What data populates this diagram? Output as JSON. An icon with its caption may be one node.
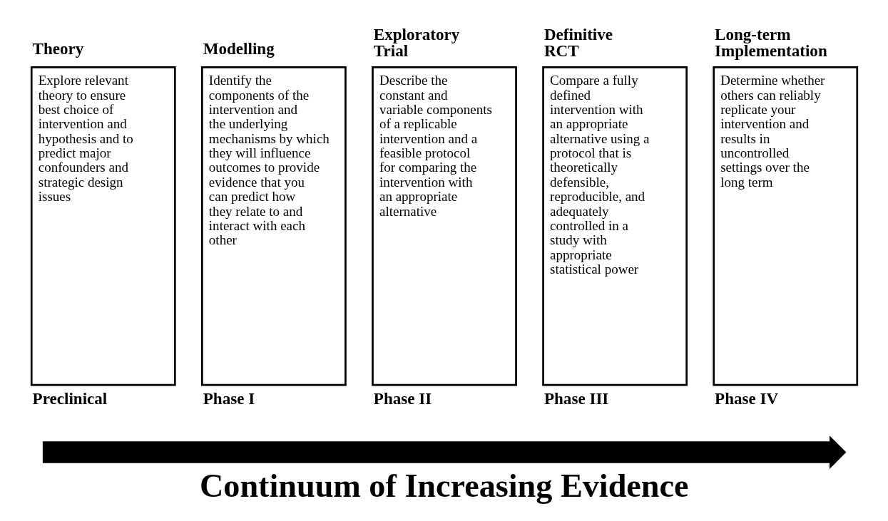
{
  "diagram": {
    "caption": "Continuum of Increasing Evidence",
    "nodes": [
      {
        "text": [
          "Theory",
          "Explore relevant theory to ensure best choice of intervention and hypothesis and to predict major confounders and strategic design issues"
        ],
        "beside": [
          "Preclinical"
        ]
      },
      {
        "text": [
          "Modelling",
          "Identify the components of the intervention and the underlying mechanisms by which they will influence outcomes to provide evidence that you can predict how they relate to and interact with each other"
        ],
        "beside": [
          "Phase I"
        ]
      },
      {
        "text": [
          "Exploratory Trial",
          "Describe the constant and variable components of a replicable intervention and a feasible protocol for comparing the intervention with an appropriate alternative"
        ],
        "beside": [
          "Phase II"
        ]
      },
      {
        "text": [
          "Definitive RCT",
          "Compare a fully defined intervention with an appropriate alternative using a protocol that is theoretically defensible, reproducible, and adequately controlled in a study with appropriate statistical power"
        ],
        "beside": [
          "Phase III"
        ]
      },
      {
        "text": [
          "Long-term Implementation",
          "Determine whether others can reliably replicate your intervention and results in uncontrolled settings over the long term"
        ],
        "beside": [
          "Phase IV"
        ]
      },
      {
        "text": [],
        "shape": "arrow"
      }
    ],
    "edges": []
  }
}
